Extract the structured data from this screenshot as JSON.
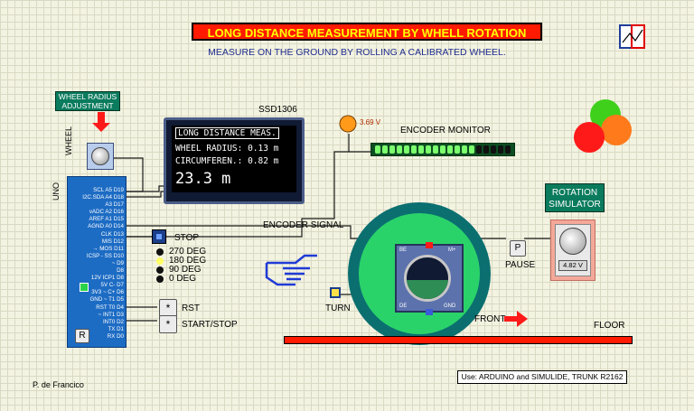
{
  "title": "LONG DISTANCE MEASUREMENT BY WHELL ROTATION",
  "subtitle": "MEASURE ON THE GROUND BY ROLLING A CALIBRATED WHEEL.",
  "wheel_radius_adjustment": {
    "label_line1": "WHEEL RADIUS",
    "label_line2": "ADJUSTMENT",
    "wheel_label": "WHEEL"
  },
  "oled": {
    "name": "SSD1306",
    "line1": "LONG DISTANCE MEAS.",
    "line2": "WHEEL RADIUS: 0.13 m",
    "line3": "CIRCUMFEREN.: 0.82 m",
    "line4": "23.3 m"
  },
  "arduino": {
    "name": "UNO",
    "pins": [
      "SCL A5 D19",
      "I2C.SDA A4 D18",
      "A3 D17",
      "vADC A2 D16",
      "AREF A1 D15",
      "AGND A0 D14",
      "CLK D13",
      "MIS D12",
      "→ MOS D11",
      "ICSP - SS D10",
      "~ D9",
      "D8",
      "12V ICP1 D8",
      "5V C- D7",
      "3V3 ~ C+ D6",
      "GND ~ T1 D5",
      "RST T0 D4",
      "~ INT1 D3",
      "INT0 D2",
      "TX D1",
      "RX D0"
    ],
    "reset_key": "R"
  },
  "indicator": {
    "voltage": "3.69 V"
  },
  "labels": {
    "encoder_monitor": "ENCODER MONITOR",
    "encoder_signal": "ENCODER SIGNAL",
    "stop": "STOP",
    "deg270": "270 DEG",
    "deg180": "180 DEG",
    "deg90": "90 DEG",
    "deg0": "0 DEG",
    "rst": "RST",
    "start_stop": "START/STOP",
    "turn": "TURN",
    "front": "FRONT",
    "floor": "FLOOR",
    "pause": "PAUSE",
    "author": "P. de Francico",
    "footer": "Use: ARDUINO and SIMULIDE, TRUNK R2162"
  },
  "encoder_pins": {
    "be": "BE",
    "mplus": "M+",
    "de": "DE",
    "gnd": "GND"
  },
  "rotation_simulator": {
    "label_line1": "ROTATION",
    "label_line2": "SIMULATOR",
    "voltage": "4.82 V",
    "pause_key": "P"
  },
  "buttons": {
    "rst_symbol": "*",
    "start_symbol": "*"
  },
  "colors": {
    "title_bg": "#ff1a00",
    "title_text": "#ffff00",
    "green_label": "#0a7b5d",
    "arduino": "#1d6cc4"
  }
}
